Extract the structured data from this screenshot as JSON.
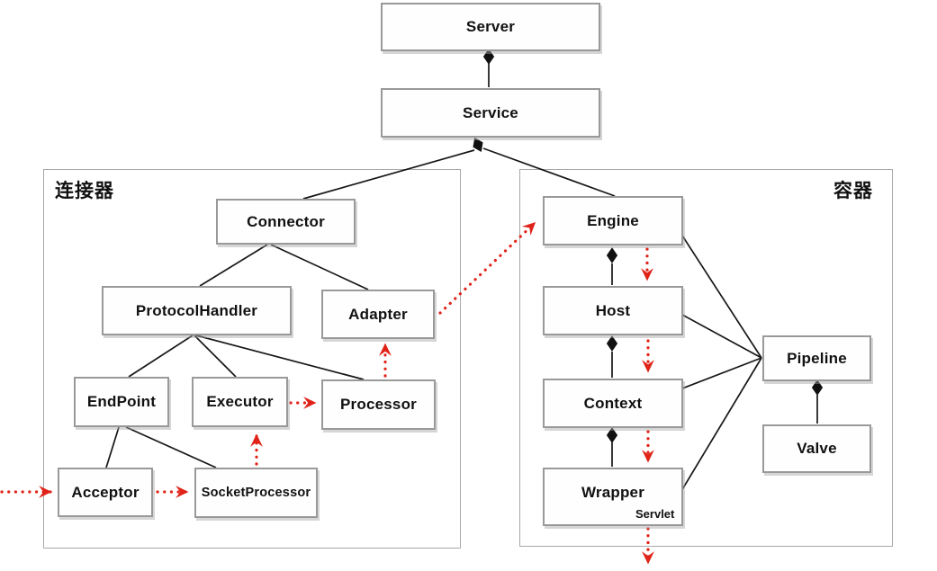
{
  "diagram": {
    "title_region_left": "连接器",
    "title_region_right": "容器",
    "nodes": {
      "server": {
        "label": "Server"
      },
      "service": {
        "label": "Service"
      },
      "connector": {
        "label": "Connector"
      },
      "protocol_handler": {
        "label": "ProtocolHandler"
      },
      "adapter": {
        "label": "Adapter"
      },
      "endpoint": {
        "label": "EndPoint"
      },
      "executor": {
        "label": "Executor"
      },
      "processor": {
        "label": "Processor"
      },
      "acceptor": {
        "label": "Acceptor"
      },
      "socket_processor": {
        "label": "SocketProcessor"
      },
      "engine": {
        "label": "Engine"
      },
      "host": {
        "label": "Host"
      },
      "context": {
        "label": "Context"
      },
      "wrapper": {
        "label": "Wrapper"
      },
      "servlet": {
        "label": "Servlet"
      },
      "pipeline": {
        "label": "Pipeline"
      },
      "valve": {
        "label": "Valve"
      }
    },
    "regions": {
      "connector_region": {
        "label": "连接器"
      },
      "container_region": {
        "label": "容器"
      }
    },
    "edges": [
      {
        "from": "server",
        "to": "service",
        "type": "composition"
      },
      {
        "from": "service",
        "to": "connector",
        "type": "composition"
      },
      {
        "from": "service",
        "to": "engine",
        "type": "composition"
      },
      {
        "from": "connector",
        "to": "protocol_handler",
        "type": "association"
      },
      {
        "from": "connector",
        "to": "adapter",
        "type": "association"
      },
      {
        "from": "protocol_handler",
        "to": "endpoint",
        "type": "association"
      },
      {
        "from": "protocol_handler",
        "to": "executor",
        "type": "association"
      },
      {
        "from": "protocol_handler",
        "to": "processor",
        "type": "association"
      },
      {
        "from": "endpoint",
        "to": "acceptor",
        "type": "association"
      },
      {
        "from": "endpoint",
        "to": "socket_processor",
        "type": "association"
      },
      {
        "from": "engine",
        "to": "host",
        "type": "composition"
      },
      {
        "from": "host",
        "to": "context",
        "type": "composition"
      },
      {
        "from": "context",
        "to": "wrapper",
        "type": "composition"
      },
      {
        "from": "engine",
        "to": "pipeline",
        "type": "association"
      },
      {
        "from": "host",
        "to": "pipeline",
        "type": "association"
      },
      {
        "from": "context",
        "to": "pipeline",
        "type": "association"
      },
      {
        "from": "wrapper",
        "to": "pipeline",
        "type": "association"
      },
      {
        "from": "pipeline",
        "to": "valve",
        "type": "composition"
      },
      {
        "from": "outside",
        "to": "acceptor",
        "type": "flow"
      },
      {
        "from": "acceptor",
        "to": "socket_processor",
        "type": "flow"
      },
      {
        "from": "socket_processor",
        "to": "executor",
        "type": "flow"
      },
      {
        "from": "executor",
        "to": "processor",
        "type": "flow"
      },
      {
        "from": "processor",
        "to": "adapter",
        "type": "flow"
      },
      {
        "from": "adapter",
        "to": "engine",
        "type": "flow"
      },
      {
        "from": "engine",
        "to": "host",
        "type": "flow"
      },
      {
        "from": "host",
        "to": "context",
        "type": "flow"
      },
      {
        "from": "context",
        "to": "wrapper",
        "type": "flow"
      },
      {
        "from": "wrapper",
        "to": "outside",
        "type": "flow"
      }
    ],
    "colors": {
      "flow_arrow": "#e02318",
      "line": "#171717",
      "box_border": "#999999"
    }
  }
}
